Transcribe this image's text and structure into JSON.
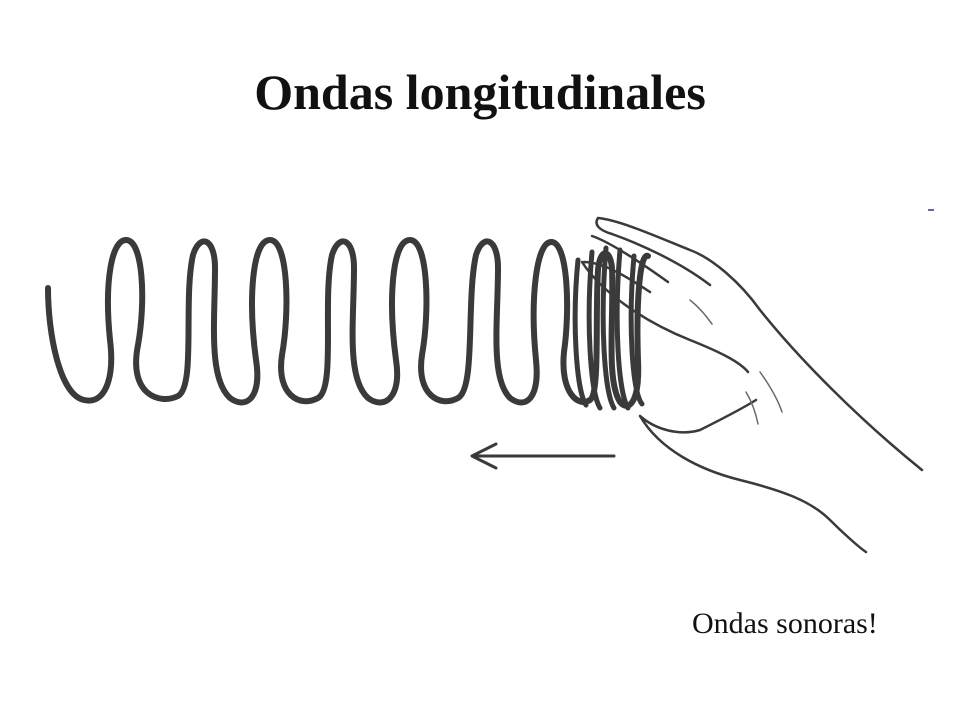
{
  "slide": {
    "title": "Ondas longitudinales",
    "caption": "Ondas sonoras!"
  },
  "illustration": {
    "subject": "slinky-spring-pushed-by-hand",
    "arrow_direction": "left",
    "ink_color": "#3a3a3a"
  }
}
